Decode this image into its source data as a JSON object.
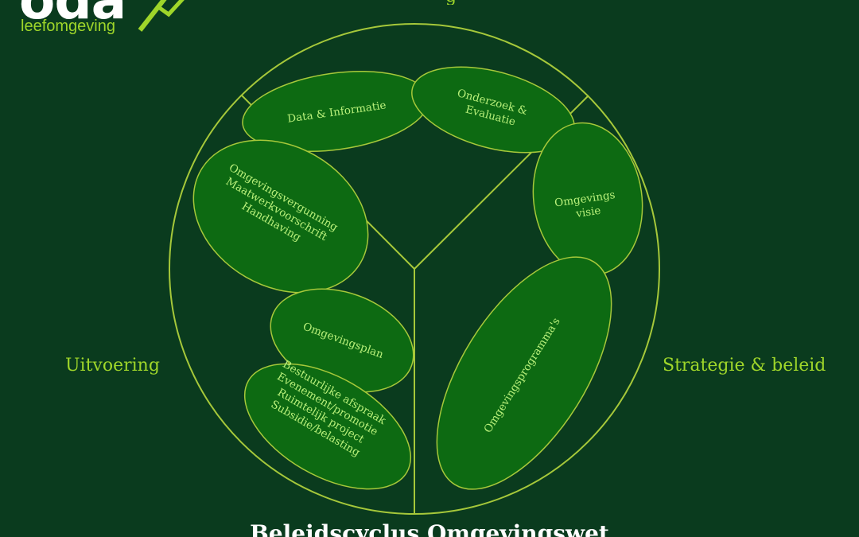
{
  "logo": {
    "wordmark": "oda",
    "subtitle": "leefomgeving",
    "accent_color": "#9fd62a"
  },
  "top_label_fragment": "g",
  "side_labels": {
    "left": "Uitvoering",
    "right": "Strategie & beleid"
  },
  "title": "Beleidscyclus Omgevingswet",
  "colors": {
    "background": "#0a3b1e",
    "line": "#a6c83a",
    "ellipse_fill": "#0d6a12",
    "ellipse_text": "#b8f07a"
  },
  "ellipses": [
    {
      "id": "data-informatie",
      "lines": [
        "Data & Informatie"
      ]
    },
    {
      "id": "onderzoek-evaluatie",
      "lines": [
        "Onderzoek &",
        "Evaluatie"
      ]
    },
    {
      "id": "omgevings-visie",
      "lines": [
        "Omgevings",
        "visie"
      ]
    },
    {
      "id": "omgevingsvergunning",
      "lines": [
        "Omgevingsvergunning",
        "Maatwerkvoorschrift",
        "Handhaving"
      ]
    },
    {
      "id": "omgevingsplan",
      "lines": [
        "Omgevingsplan"
      ]
    },
    {
      "id": "bestuurlijke-afspraak",
      "lines": [
        "Bestuurlijke afspraak",
        "Evenement/promotie",
        "Ruimtelijk project",
        "Subsidie/belasting"
      ]
    },
    {
      "id": "omgevingsprogrammas",
      "lines": [
        "Omgevingsprogramma's"
      ]
    }
  ]
}
